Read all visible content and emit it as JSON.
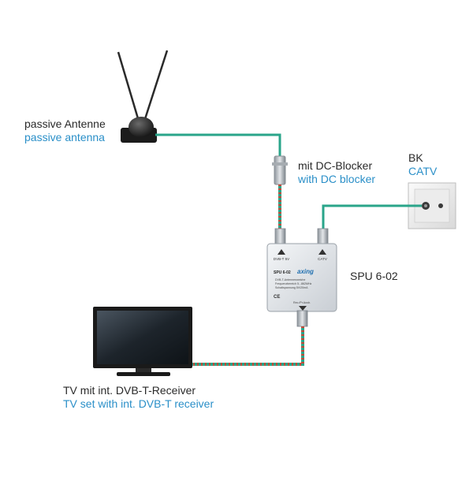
{
  "labels": {
    "antenna": {
      "de": "passive Antenne",
      "en": "passive antenna"
    },
    "dc_blocker": {
      "de": "mit DC-Blocker",
      "en": "with DC blocker"
    },
    "catv": {
      "de": "BK",
      "en": "CATV"
    },
    "splitter": {
      "name": "SPU 6-02"
    },
    "tv": {
      "de": "TV mit int. DVB-T-Receiver",
      "en": "TV set with int. DVB-T receiver"
    }
  },
  "device": {
    "brand": "axing",
    "model": "SPU 6-02",
    "port_left": "DVB-T 5V",
    "port_right": "CATV",
    "lines": [
      "DVB-T-Antennenweiche",
      "Frequenzbereich 5...862MHz",
      "Schaltspannung 5V/20mA"
    ],
    "port_bottom": "Rec./Pr.Ausb."
  },
  "colors": {
    "cable_green": "#2aa58a",
    "cable_red": "#c44a38",
    "label_blue": "#2a8fc8",
    "label_dark": "#2a2a2a"
  }
}
